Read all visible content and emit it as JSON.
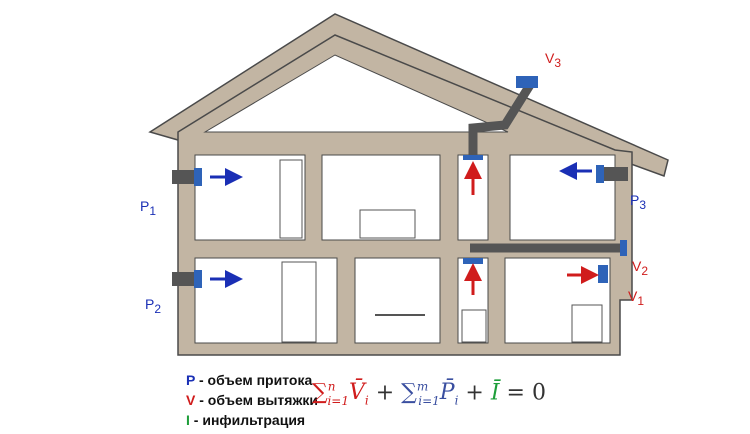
{
  "labels": {
    "p1": "P",
    "p1_sub": "1",
    "p2": "P",
    "p2_sub": "2",
    "p3": "P",
    "p3_sub": "3",
    "v1": "V",
    "v1_sub": "1",
    "v2": "V",
    "v2_sub": "2",
    "v3": "V",
    "v3_sub": "3"
  },
  "legend": [
    {
      "symbol": "P",
      "text": " - объем притока",
      "color": "#1a2fb5"
    },
    {
      "symbol": "V",
      "text": " - объем вытяжки",
      "color": "#d01c1c"
    },
    {
      "symbol": "I",
      "text": " - инфильтрация",
      "color": "#1e9e3a"
    }
  ],
  "formula": {
    "sum1": "∑",
    "sub1": "i=1",
    "sup1": "n",
    "term1": "V̄",
    "term1_sub": "i",
    "plus1": " + ",
    "sum2": "∑",
    "sub2": "i=1",
    "sup2": "m",
    "term2": "P̄",
    "term2_sub": "i",
    "plus2": " + ",
    "term3": "Ī",
    "equals": " = 0"
  },
  "colors": {
    "wall": "#c2b5a3",
    "outline": "#4a4a4a",
    "supply": "#1a2fb5",
    "exhaust": "#d01c1c",
    "infiltration": "#1e9e3a",
    "fan": "#2e63b8"
  }
}
